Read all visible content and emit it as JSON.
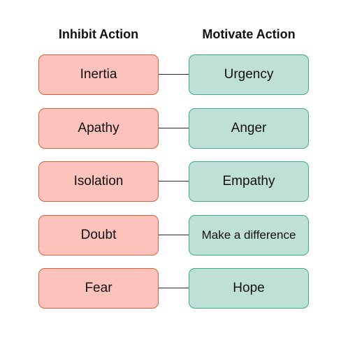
{
  "headers": {
    "left": "Inhibit Action",
    "right": "Motivate Action"
  },
  "rows": [
    {
      "inhibit": "Inertia",
      "motivate": "Urgency"
    },
    {
      "inhibit": "Apathy",
      "motivate": "Anger"
    },
    {
      "inhibit": "Isolation",
      "motivate": "Empathy"
    },
    {
      "inhibit": "Doubt",
      "motivate": "Make a difference"
    },
    {
      "inhibit": "Fear",
      "motivate": "Hope"
    }
  ],
  "colors": {
    "inhibit_fill": "#fbc3bb",
    "inhibit_border": "#d9603f",
    "motivate_fill": "#bfe0d6",
    "motivate_border": "#3aa98c",
    "connector": "#2b2b2b"
  }
}
